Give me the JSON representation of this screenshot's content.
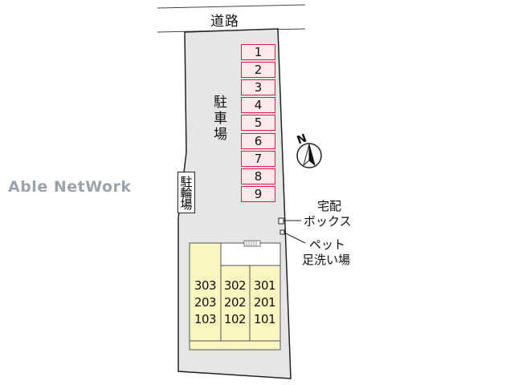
{
  "road_label": "道路",
  "watermark": "Able NetWork",
  "parking_label": "駐車場",
  "bicycle_parking_label": "駐輪場",
  "parking_slots": [
    "1",
    "2",
    "3",
    "4",
    "5",
    "6",
    "7",
    "8",
    "9"
  ],
  "north_label": "N",
  "delivery_box_label": [
    "宅配",
    "ボックス"
  ],
  "pet_wash_label": [
    "ペット",
    "足洗い場"
  ],
  "units": [
    [
      "303",
      "203",
      "103"
    ],
    [
      "302",
      "202",
      "102"
    ],
    [
      "301",
      "201",
      "101"
    ]
  ],
  "colors": {
    "lot_fill": "#e6e6e6",
    "slot_border": "#e21a4a",
    "slot_fill": "#fde9ec",
    "building_fill": "#fbf5c0"
  }
}
